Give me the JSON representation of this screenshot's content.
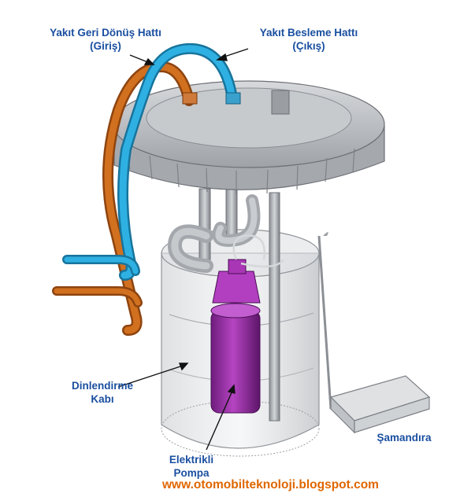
{
  "labels": {
    "return_line": {
      "line1": "Yakıt Geri Dönüş Hattı",
      "line2": "(Giriş)"
    },
    "supply_line": {
      "line1": "Yakıt Besleme Hattı",
      "line2": "(Çıkış)"
    },
    "settling_tank": {
      "line1": "Dinlendirme",
      "line2": "Kabı"
    },
    "float": {
      "line1": "Şamandıra"
    },
    "pump": {
      "line1": "Elektrikli",
      "line2": "Pompa"
    }
  },
  "website": "www.otomobilteknoloji.blogspot.com",
  "colors": {
    "label_text": "#1a4fa0",
    "website_text": "#e06600",
    "supply_hose": "#2aa6d8",
    "return_hose": "#c8641a",
    "pump": "#9b2fa8",
    "housing": "#b9bcc0"
  }
}
